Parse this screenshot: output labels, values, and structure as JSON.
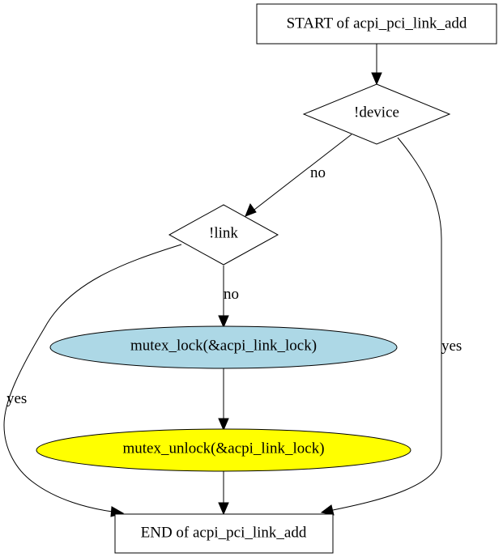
{
  "nodes": {
    "start": {
      "label": "START of acpi_pci_link_add",
      "fill": "#ffffff"
    },
    "device_check": {
      "label": "!device",
      "fill": "#ffffff"
    },
    "link_check": {
      "label": "!link",
      "fill": "#ffffff"
    },
    "mutex_lock": {
      "label": "mutex_lock(&acpi_link_lock)",
      "fill": "#add8e6"
    },
    "mutex_unlock": {
      "label": "mutex_unlock(&acpi_link_lock)",
      "fill": "#ffff00"
    },
    "end": {
      "label": "END of acpi_pci_link_add",
      "fill": "#ffffff"
    }
  },
  "edges": {
    "device_no": {
      "label": "no"
    },
    "device_yes": {
      "label": "yes"
    },
    "link_no": {
      "label": "no"
    },
    "link_yes": {
      "label": "yes"
    }
  }
}
